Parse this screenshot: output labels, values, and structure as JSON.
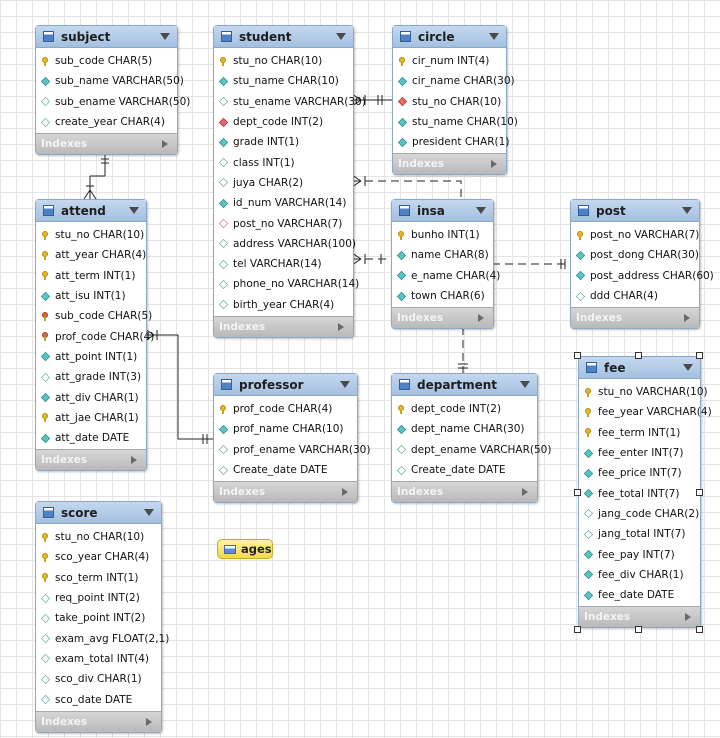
{
  "tables": {
    "subject": {
      "name": "subject",
      "columns": [
        {
          "label": "sub_code CHAR(5)",
          "icon": "primary-key-icon"
        },
        {
          "label": "sub_name VARCHAR(50)",
          "icon": "not-null-column-icon"
        },
        {
          "label": "sub_ename VARCHAR(50)",
          "icon": "nullable-column-icon"
        },
        {
          "label": "create_year CHAR(4)",
          "icon": "nullable-column-icon"
        }
      ],
      "indexes_label": "Indexes"
    },
    "student": {
      "name": "student",
      "columns": [
        {
          "label": "stu_no CHAR(10)",
          "icon": "primary-key-icon"
        },
        {
          "label": "stu_name CHAR(10)",
          "icon": "not-null-column-icon"
        },
        {
          "label": "stu_ename VARCHAR(30)",
          "icon": "nullable-column-icon"
        },
        {
          "label": "dept_code INT(2)",
          "icon": "foreign-key-icon"
        },
        {
          "label": "grade INT(1)",
          "icon": "not-null-column-icon"
        },
        {
          "label": "class INT(1)",
          "icon": "nullable-column-icon"
        },
        {
          "label": "juya CHAR(2)",
          "icon": "nullable-column-icon"
        },
        {
          "label": "id_num VARCHAR(14)",
          "icon": "not-null-column-icon"
        },
        {
          "label": "post_no VARCHAR(7)",
          "icon": "nullable-foreign-key-icon"
        },
        {
          "label": "address VARCHAR(100)",
          "icon": "nullable-column-icon"
        },
        {
          "label": "tel VARCHAR(14)",
          "icon": "nullable-column-icon"
        },
        {
          "label": "phone_no VARCHAR(14)",
          "icon": "nullable-column-icon"
        },
        {
          "label": "birth_year CHAR(4)",
          "icon": "nullable-column-icon"
        }
      ],
      "indexes_label": "Indexes"
    },
    "circle": {
      "name": "circle",
      "columns": [
        {
          "label": "cir_num INT(4)",
          "icon": "primary-key-icon"
        },
        {
          "label": "cir_name CHAR(30)",
          "icon": "not-null-column-icon"
        },
        {
          "label": "stu_no CHAR(10)",
          "icon": "foreign-key-icon"
        },
        {
          "label": "stu_name CHAR(10)",
          "icon": "not-null-column-icon"
        },
        {
          "label": "president CHAR(1)",
          "icon": "not-null-column-icon"
        }
      ],
      "indexes_label": "Indexes"
    },
    "attend": {
      "name": "attend",
      "columns": [
        {
          "label": "stu_no CHAR(10)",
          "icon": "primary-key-icon"
        },
        {
          "label": "att_year CHAR(4)",
          "icon": "primary-key-icon"
        },
        {
          "label": "att_term INT(1)",
          "icon": "primary-key-icon"
        },
        {
          "label": "att_isu INT(1)",
          "icon": "not-null-column-icon"
        },
        {
          "label": "sub_code CHAR(5)",
          "icon": "primary-foreign-key-icon"
        },
        {
          "label": "prof_code CHAR(4)",
          "icon": "primary-foreign-key-icon"
        },
        {
          "label": "att_point INT(1)",
          "icon": "not-null-column-icon"
        },
        {
          "label": "att_grade INT(3)",
          "icon": "nullable-column-icon"
        },
        {
          "label": "att_div CHAR(1)",
          "icon": "not-null-column-icon"
        },
        {
          "label": "att_jae CHAR(1)",
          "icon": "primary-key-icon"
        },
        {
          "label": "att_date DATE",
          "icon": "not-null-column-icon"
        }
      ],
      "indexes_label": "Indexes"
    },
    "insa": {
      "name": "insa",
      "columns": [
        {
          "label": "bunho INT(1)",
          "icon": "primary-key-icon"
        },
        {
          "label": "name CHAR(8)",
          "icon": "not-null-column-icon"
        },
        {
          "label": "e_name CHAR(4)",
          "icon": "not-null-column-icon"
        },
        {
          "label": "town CHAR(6)",
          "icon": "not-null-column-icon"
        }
      ],
      "indexes_label": "Indexes"
    },
    "post": {
      "name": "post",
      "columns": [
        {
          "label": "post_no VARCHAR(7)",
          "icon": "primary-key-icon"
        },
        {
          "label": "post_dong CHAR(30)",
          "icon": "not-null-column-icon"
        },
        {
          "label": "post_address CHAR(60)",
          "icon": "not-null-column-icon"
        },
        {
          "label": "ddd CHAR(4)",
          "icon": "nullable-column-icon"
        }
      ],
      "indexes_label": "Indexes"
    },
    "professor": {
      "name": "professor",
      "columns": [
        {
          "label": "prof_code CHAR(4)",
          "icon": "primary-key-icon"
        },
        {
          "label": "prof_name CHAR(10)",
          "icon": "not-null-column-icon"
        },
        {
          "label": "prof_ename VARCHAR(30)",
          "icon": "nullable-column-icon"
        },
        {
          "label": "Create_date DATE",
          "icon": "nullable-column-icon"
        }
      ],
      "indexes_label": "Indexes"
    },
    "department": {
      "name": "department",
      "columns": [
        {
          "label": "dept_code INT(2)",
          "icon": "primary-key-icon"
        },
        {
          "label": "dept_name CHAR(30)",
          "icon": "not-null-column-icon"
        },
        {
          "label": "dept_ename VARCHAR(50)",
          "icon": "nullable-column-icon"
        },
        {
          "label": "Create_date DATE",
          "icon": "nullable-column-icon"
        }
      ],
      "indexes_label": "Indexes"
    },
    "fee": {
      "name": "fee",
      "columns": [
        {
          "label": "stu_no VARCHAR(10)",
          "icon": "primary-key-icon"
        },
        {
          "label": "fee_year VARCHAR(4)",
          "icon": "primary-key-icon"
        },
        {
          "label": "fee_term INT(1)",
          "icon": "primary-key-icon"
        },
        {
          "label": "fee_enter INT(7)",
          "icon": "not-null-column-icon"
        },
        {
          "label": "fee_price INT(7)",
          "icon": "not-null-column-icon"
        },
        {
          "label": "fee_total INT(7)",
          "icon": "not-null-column-icon"
        },
        {
          "label": "jang_code CHAR(2)",
          "icon": "nullable-column-icon"
        },
        {
          "label": "jang_total INT(7)",
          "icon": "nullable-column-icon"
        },
        {
          "label": "fee_pay INT(7)",
          "icon": "not-null-column-icon"
        },
        {
          "label": "fee_div CHAR(1)",
          "icon": "not-null-column-icon"
        },
        {
          "label": "fee_date DATE",
          "icon": "not-null-column-icon"
        }
      ],
      "indexes_label": "Indexes"
    },
    "score": {
      "name": "score",
      "columns": [
        {
          "label": "stu_no CHAR(10)",
          "icon": "primary-key-icon"
        },
        {
          "label": "sco_year CHAR(4)",
          "icon": "primary-key-icon"
        },
        {
          "label": "sco_term INT(1)",
          "icon": "primary-key-icon"
        },
        {
          "label": "req_point INT(2)",
          "icon": "nullable-column-icon"
        },
        {
          "label": "take_point INT(2)",
          "icon": "nullable-column-icon"
        },
        {
          "label": "exam_avg FLOAT(2,1)",
          "icon": "nullable-column-icon"
        },
        {
          "label": "exam_total INT(4)",
          "icon": "nullable-column-icon"
        },
        {
          "label": "sco_div CHAR(1)",
          "icon": "nullable-column-icon"
        },
        {
          "label": "sco_date DATE",
          "icon": "nullable-column-icon"
        }
      ],
      "indexes_label": "Indexes"
    }
  },
  "views": {
    "ages": {
      "name": "ages",
      "icon": "view-icon"
    }
  },
  "selected_table": "fee",
  "relationships": [
    {
      "from": "subject",
      "to": "attend",
      "style": "solid",
      "notation": "one-to-many"
    },
    {
      "from": "circle",
      "to": "student",
      "style": "solid",
      "notation": "one-to-many"
    },
    {
      "from": "student",
      "to": "insa",
      "style": "dashed",
      "notation": "one-to-many"
    },
    {
      "from": "student",
      "to": "insa",
      "style": "dashed",
      "notation": "one-to-many"
    },
    {
      "from": "insa",
      "to": "post",
      "style": "dashed",
      "notation": "many-to-one"
    },
    {
      "from": "insa",
      "to": "department",
      "style": "dashed",
      "notation": "many-to-one"
    },
    {
      "from": "attend",
      "to": "professor",
      "style": "solid",
      "notation": "many-to-one"
    }
  ]
}
